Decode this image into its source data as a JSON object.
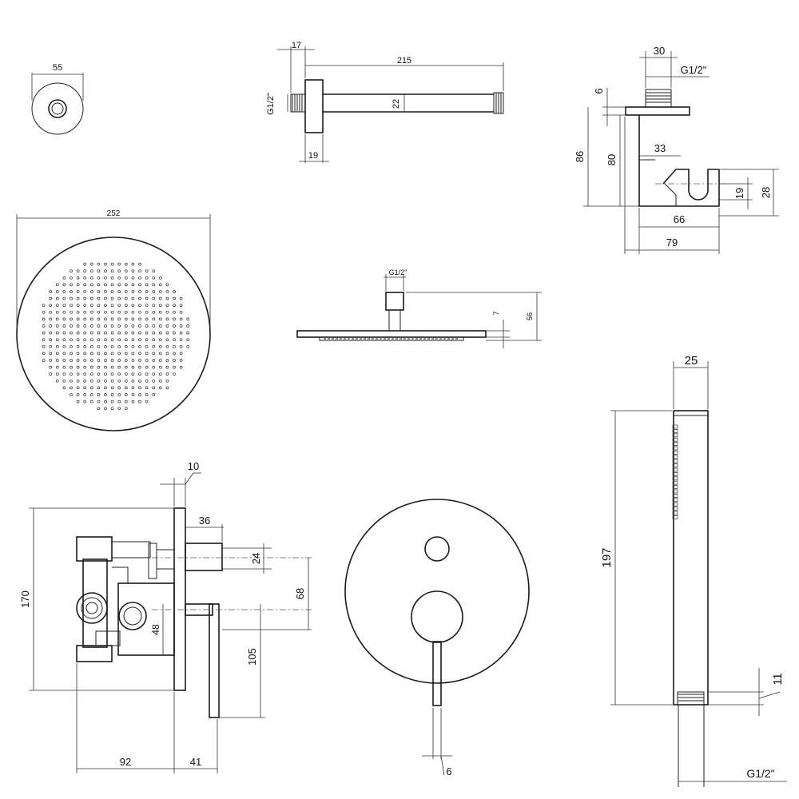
{
  "colors": {
    "line": "#222222",
    "background": "#ffffff"
  },
  "parts": {
    "ceiling_flange": {
      "d_label": "55"
    },
    "shower_arm": {
      "d_17": "17",
      "d_215": "215",
      "d_22": "22",
      "d_19": "19",
      "thread": "G1/2\""
    },
    "wall_holder": {
      "d_30": "30",
      "thread": "G1/2\"",
      "d_6": "6",
      "d_86": "86",
      "d_80": "80",
      "d_33": "33",
      "d_19": "19",
      "d_28": "28",
      "d_66": "66",
      "d_79": "79"
    },
    "head_top": {
      "d_252": "252"
    },
    "head_side": {
      "thread": "G1/2\"",
      "d_7": "7",
      "d_56": "56"
    },
    "mixer_side": {
      "d_10": "10",
      "d_36": "36",
      "d_24": "24",
      "d_68": "68",
      "d_170": "170",
      "d_48": "48",
      "d_105": "105",
      "d_92": "92",
      "d_41": "41"
    },
    "mixer_front": {
      "d_6": "6"
    },
    "hand_shower": {
      "d_25": "25",
      "d_197": "197",
      "d_11": "11",
      "thread": "G1/2\""
    }
  }
}
